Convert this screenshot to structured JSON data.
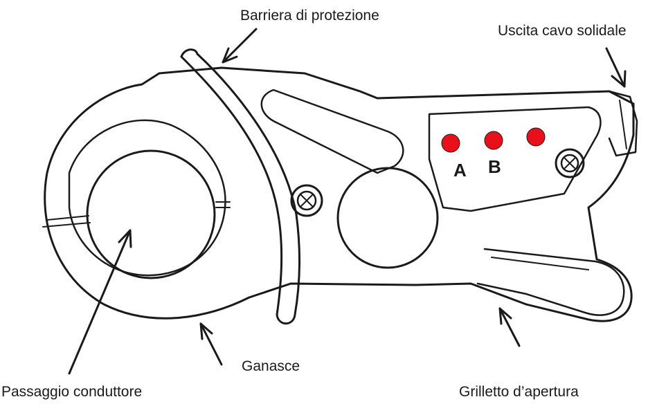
{
  "labels": {
    "barrier": "Barriera di protezione",
    "cable_exit": "Uscita cavo solidale",
    "jaws": "Ganasce",
    "conductor_passage": "Passaggio conduttore",
    "trigger": "Grilletto d’apertura"
  },
  "markers": {
    "a": "A",
    "b": "B"
  },
  "colors": {
    "outline": "#1a1a1a",
    "led": "#e8101a",
    "background": "#ffffff"
  }
}
